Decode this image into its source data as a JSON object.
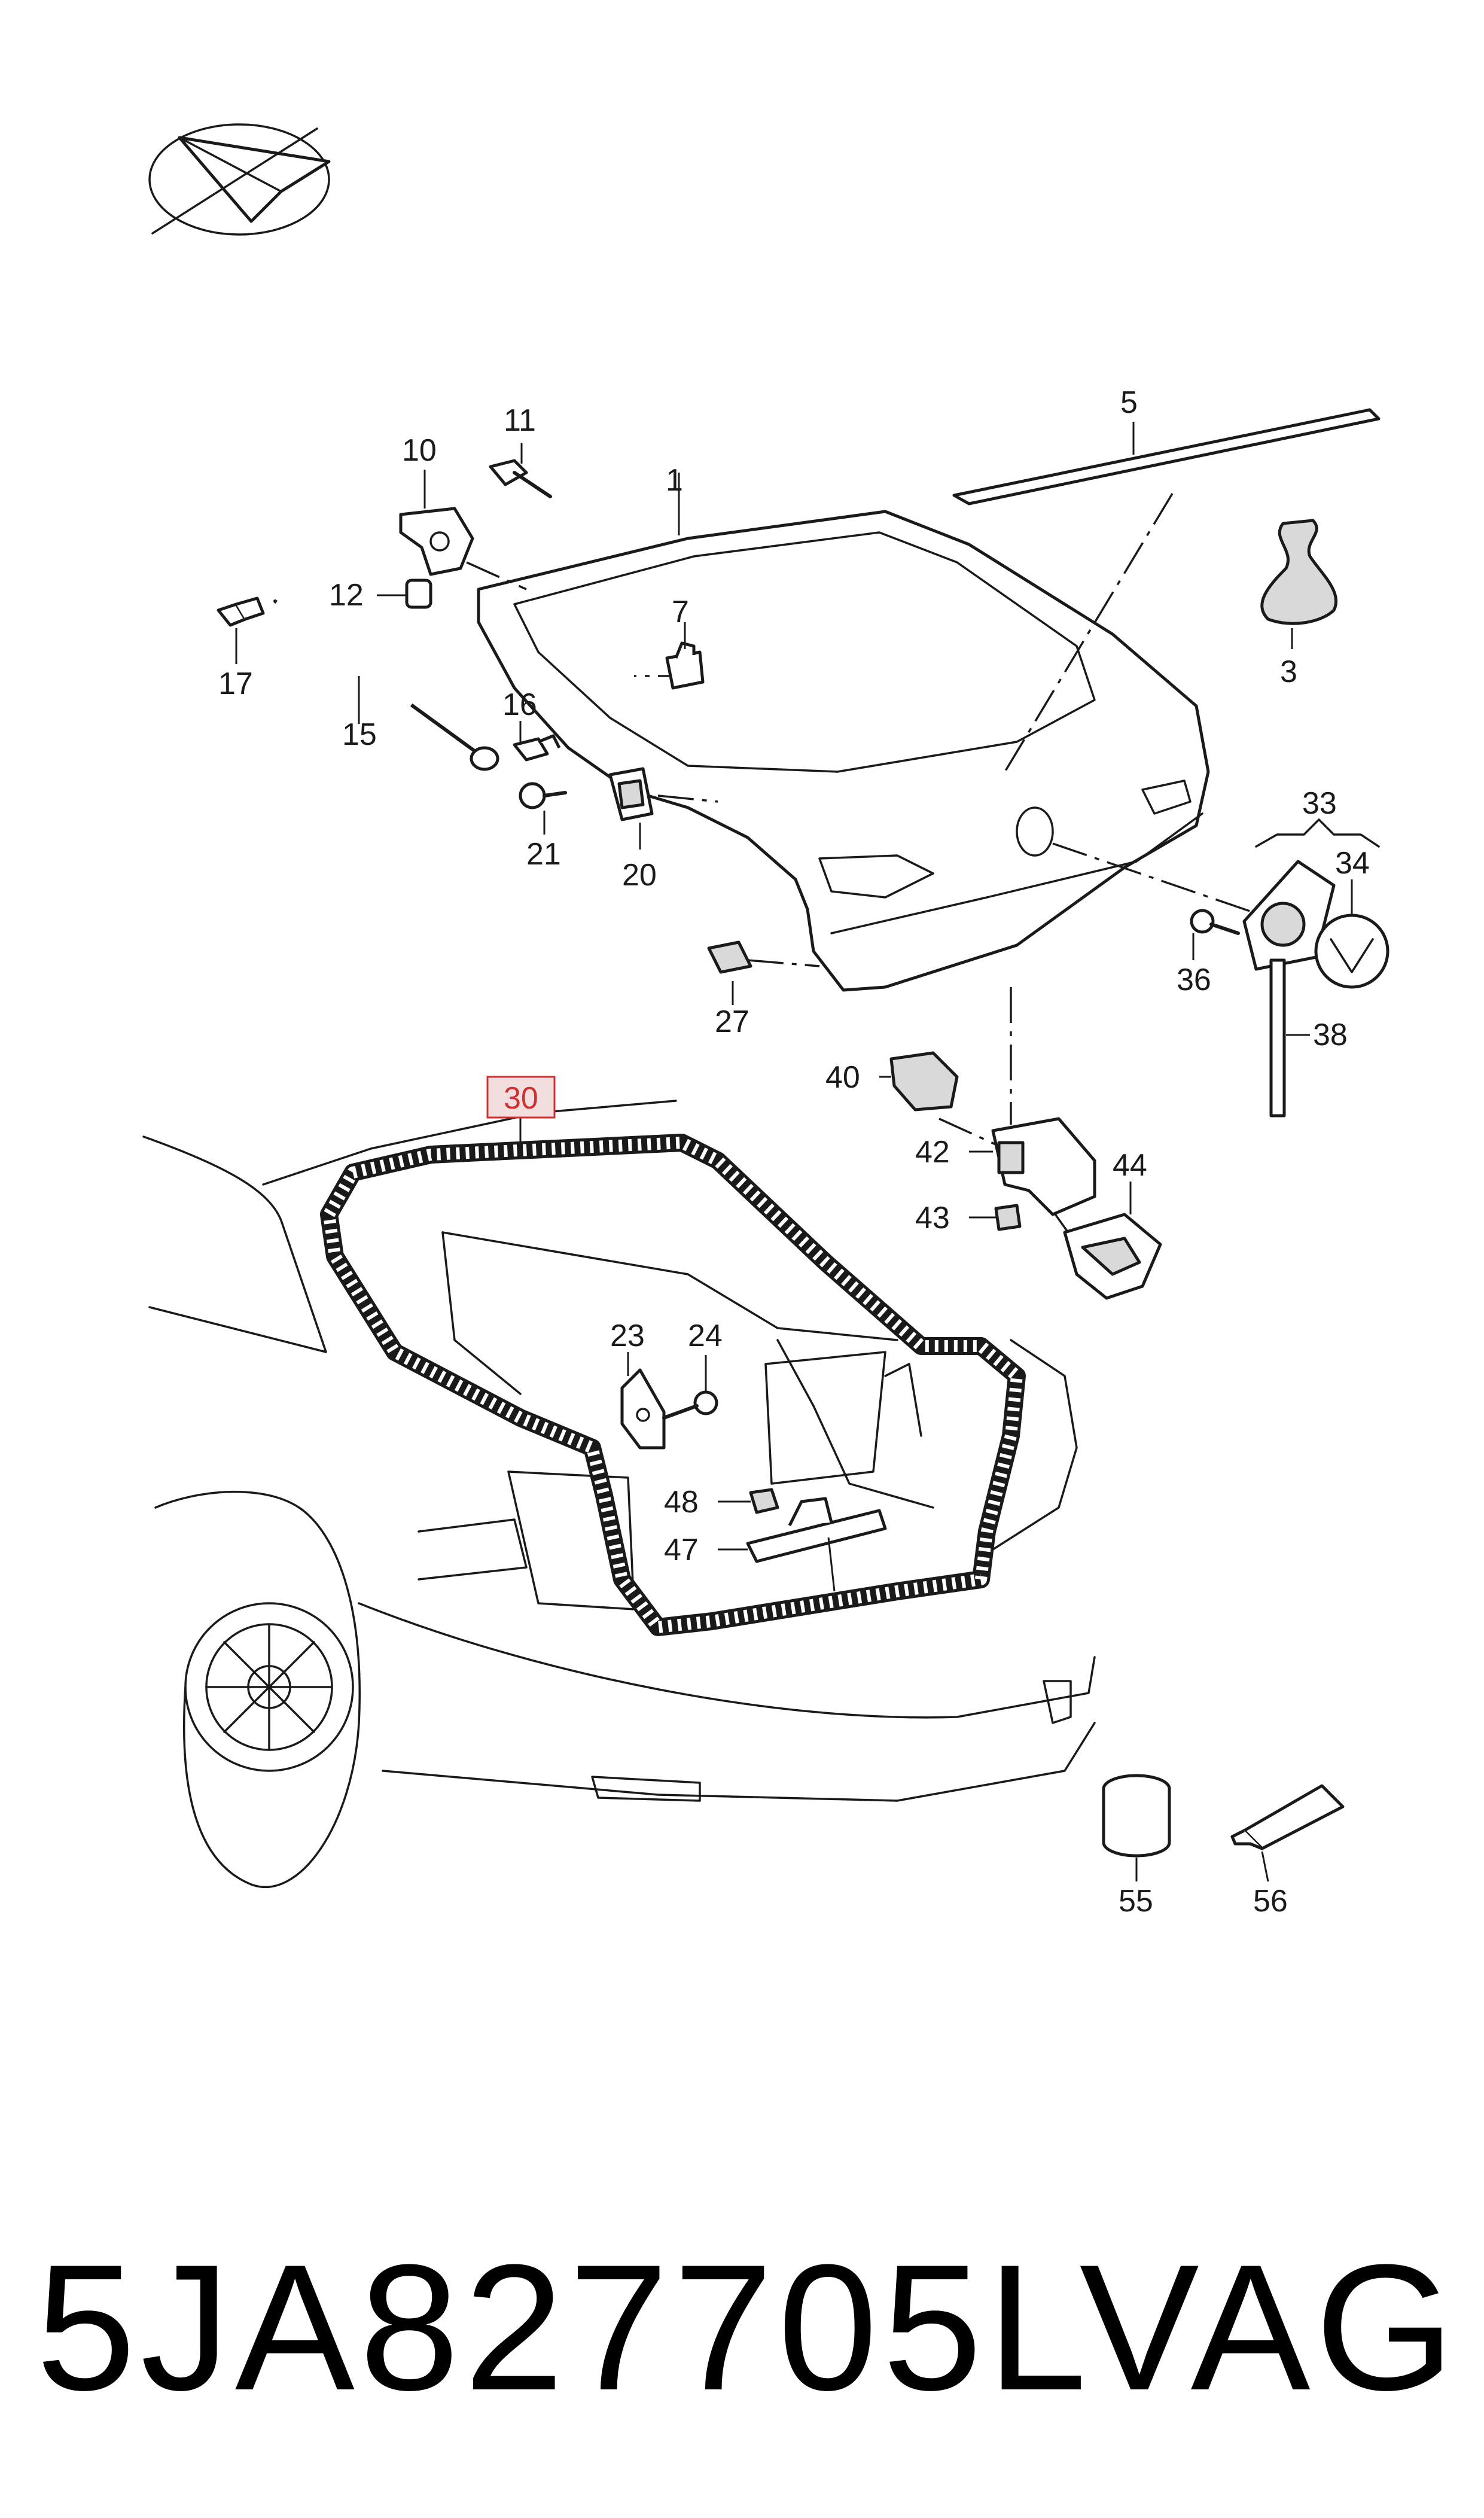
{
  "diagram": {
    "callouts": {
      "c1": "1",
      "c3": "3",
      "c5": "5",
      "c7": "7",
      "c10": "10",
      "c11": "11",
      "c12": "12",
      "c15": "15",
      "c16": "16",
      "c17": "17",
      "c20": "20",
      "c21": "21",
      "c23": "23",
      "c24": "24",
      "c27": "27",
      "c30": "30",
      "c33": "33",
      "c34": "34",
      "c36": "36",
      "c38": "38",
      "c40": "40",
      "c42": "42",
      "c43": "43",
      "c44": "44",
      "c47": "47",
      "c48": "48",
      "c55": "55",
      "c56": "56"
    },
    "highlight_color": "#d03030",
    "logo_icon": "arrow-in-ellipse-icon"
  },
  "footer": {
    "part_number": "5JA827705L",
    "brand": "VAG"
  }
}
